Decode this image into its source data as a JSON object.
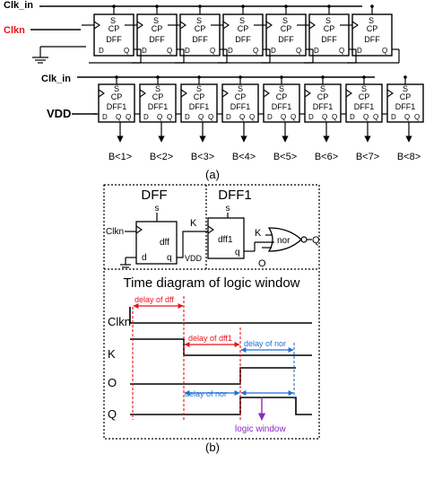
{
  "part_a": {
    "caption": "(a)",
    "signals": {
      "clk_in_top": "Clk_in",
      "clkn": "Clkn",
      "clk_in_mid": "Clk_in",
      "vdd": "VDD"
    },
    "colors": {
      "clkn": "#e8131b",
      "wire": "#000000"
    },
    "dff_row": {
      "set_label": "S",
      "clock_label": "CP",
      "name": "DFF",
      "d_label": "D",
      "q_label": "Q"
    },
    "dff1_row": {
      "set_label": "S",
      "clock_label": "CP",
      "name": "DFF1",
      "d_label": "D",
      "q_label": "Q"
    },
    "outputs": [
      "B<1>",
      "B<2>",
      "B<3>",
      "B<4>",
      "B<5>",
      "B<6>",
      "B<7>",
      "B<8>"
    ]
  },
  "part_b": {
    "caption": "(b)",
    "dff_panel_title": "DFF",
    "dff1_panel_title": "DFF1",
    "dff_block": {
      "set": "s",
      "name": "dff",
      "d": "d",
      "q": "q",
      "clock_in": "Clkn"
    },
    "dff1_block": {
      "set": "s",
      "name": "dff1",
      "q": "q"
    },
    "vdd_label": "VDD",
    "k_label": "K",
    "k_label2": "K",
    "o_label": "O",
    "nor_label": "nor",
    "q_out": "Q",
    "timing": {
      "title": "Time diagram of logic window",
      "labels": [
        "Clkn",
        "K",
        "O",
        "Q"
      ],
      "delays": [
        {
          "text": "delay of dff",
          "color": "#e8131b"
        },
        {
          "text": "delay of dff1",
          "color": "#e8131b"
        },
        {
          "text": "delay of nor",
          "color": "#1f6fd0"
        },
        {
          "text": "delay of nor",
          "color": "#1f6fd0"
        }
      ],
      "window_label": "logic window",
      "window_color": "#8a2bc2"
    }
  }
}
